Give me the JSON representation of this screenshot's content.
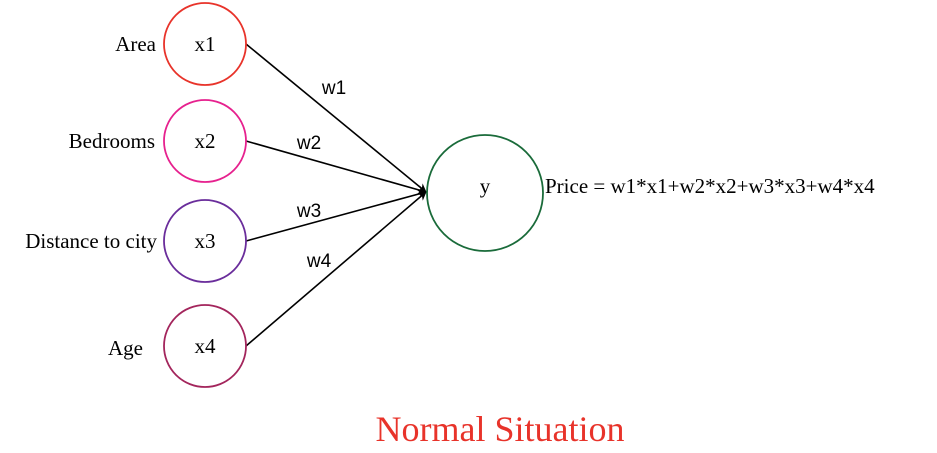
{
  "inputs": [
    {
      "label": "Area",
      "node": "x1",
      "weight": "w1",
      "color": "#e8332a"
    },
    {
      "label": "Bedrooms",
      "node": "x2",
      "weight": "w2",
      "color": "#e6218e"
    },
    {
      "label": "Distance to city",
      "node": "x3",
      "weight": "w3",
      "color": "#6a2d9b"
    },
    {
      "label": "Age",
      "node": "x4",
      "weight": "w4",
      "color": "#a3255c"
    }
  ],
  "output": {
    "node": "y",
    "color": "#1a6b3a"
  },
  "formula": "Price = w1*x1+w2*x2+w3*x3+w4*x4",
  "caption": {
    "text": "Normal Situation",
    "color": "#e8332a"
  }
}
